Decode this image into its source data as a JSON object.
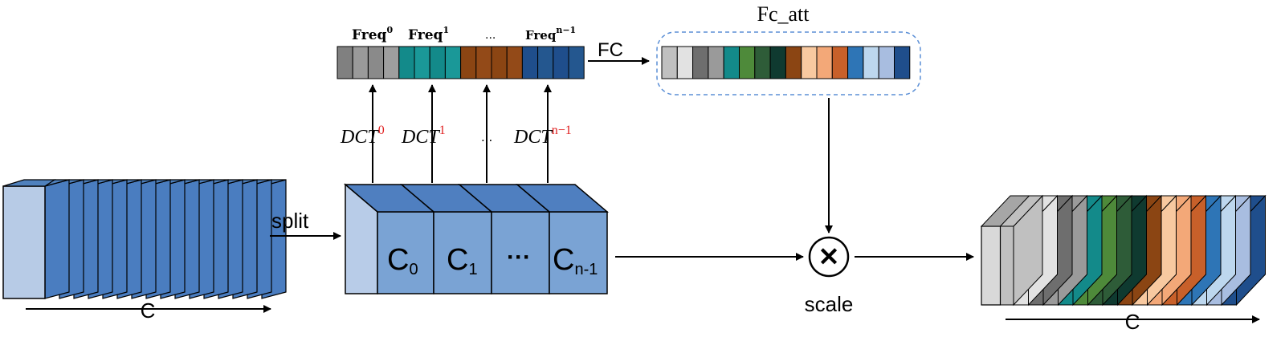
{
  "labels": {
    "split": "split",
    "c_left": "C",
    "c_right": "C",
    "fc": "FC",
    "fc_att": "Fc_att",
    "scale": "scale"
  },
  "freq_headers": [
    {
      "base": "Freq",
      "sup": "0"
    },
    {
      "base": "Freq",
      "sup": "1"
    },
    {
      "base": "...",
      "sup": ""
    },
    {
      "base": "Freq",
      "sup": "n−1"
    }
  ],
  "dct_labels": [
    {
      "base": "DCT",
      "sup": "0"
    },
    {
      "base": "DCT",
      "sup": "1"
    },
    {
      "base": "...",
      "sup": ""
    },
    {
      "base": "DCT",
      "sup": "n−1"
    }
  ],
  "chunk_labels": [
    {
      "base": "C",
      "sub": "0"
    },
    {
      "base": "C",
      "sub": "1"
    },
    {
      "base": "···",
      "sub": ""
    },
    {
      "base": "C",
      "sub": "n-1"
    }
  ],
  "multiply_symbol": "✕",
  "colors": {
    "block_front": "#b7cbe6",
    "block_top": "#4f81bd",
    "block_face": "#4a7dc0",
    "split_face": "#7aa3d4",
    "split_top": "#4f7fc0",
    "split_side": "#b8cce8",
    "accent_red": "#e02020",
    "dashed_border": "#5b8fd6",
    "freq_groups": [
      [
        "#808080",
        "#9a9a9a",
        "#8a8a8a",
        "#9e9e9e"
      ],
      [
        "#138a8a",
        "#1a9898",
        "#138a8a",
        "#1a9898"
      ],
      [
        "#8b4513",
        "#934a18",
        "#8b4513",
        "#934a18"
      ],
      [
        "#1f4e8c",
        "#24578f",
        "#1f4e8c",
        "#24578f"
      ]
    ],
    "att_cells": [
      "#c0c0c0",
      "#e2e2e2",
      "#6e6e6e",
      "#9a9a9a",
      "#138a8a",
      "#4e8a3a",
      "#2e5c38",
      "#0f3a30",
      "#8b4513",
      "#f8c9a0",
      "#f3a878",
      "#c8602a",
      "#2e75b6",
      "#bdd7ee",
      "#a8bde0",
      "#1f4e8c"
    ],
    "output_slices": [
      "#c0c0c0",
      "#e2e2e2",
      "#6e6e6e",
      "#9a9a9a",
      "#138a8a",
      "#4e8a3a",
      "#2e5c38",
      "#0f3a30",
      "#8b4513",
      "#f8c9a0",
      "#f3a878",
      "#c8602a",
      "#2e75b6",
      "#bdd7ee",
      "#a8bde0",
      "#1f4e8c"
    ]
  }
}
